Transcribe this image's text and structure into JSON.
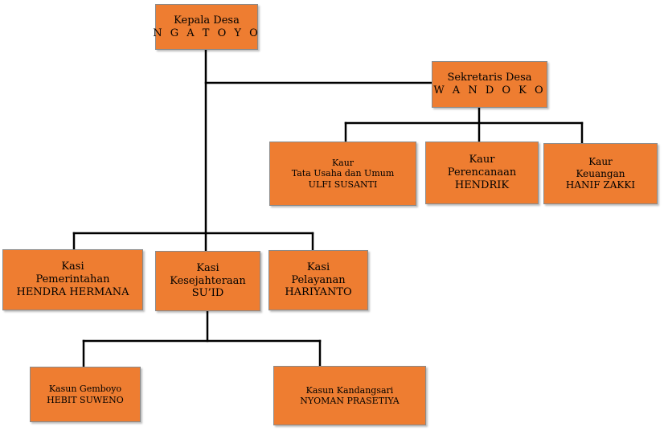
{
  "org_chart": {
    "kepala_desa": {
      "title": "Kepala Desa",
      "name": "N G A T O Y O"
    },
    "sekretaris_desa": {
      "title": "Sekretaris Desa",
      "name": "W A N D O K O"
    },
    "kaur_tata_usaha": {
      "line1": "Kaur",
      "line2": "Tata Usaha dan Umum",
      "name": "ULFI SUSANTI"
    },
    "kaur_perencanaan": {
      "line1": "Kaur",
      "line2": "Perencanaan",
      "name": "HENDRIK"
    },
    "kaur_keuangan": {
      "line1": "Kaur",
      "line2": "Keuangan",
      "name": "HANIF ZAKKI"
    },
    "kasi_pemerintahan": {
      "line1": "Kasi",
      "line2": "Pemerintahan",
      "name": "HENDRA HERMANA"
    },
    "kasi_kesejahteraan": {
      "line1": "Kasi",
      "line2": "Kesejahteraan",
      "name": "SU’ID"
    },
    "kasi_pelayanan": {
      "line1": "Kasi",
      "line2": "Pelayanan",
      "name": "HARIYANTO"
    },
    "kasun_gemboyo": {
      "title": "Kasun Gemboyo",
      "name": "HEBIT SUWENO"
    },
    "kasun_kandangsari": {
      "title": "Kasun Kandangsari",
      "name": "NYOMAN PRASETIYA"
    }
  },
  "colors": {
    "box_fill": "#ee7d31",
    "box_border": "#8a8a8a",
    "connector": "#000000"
  }
}
